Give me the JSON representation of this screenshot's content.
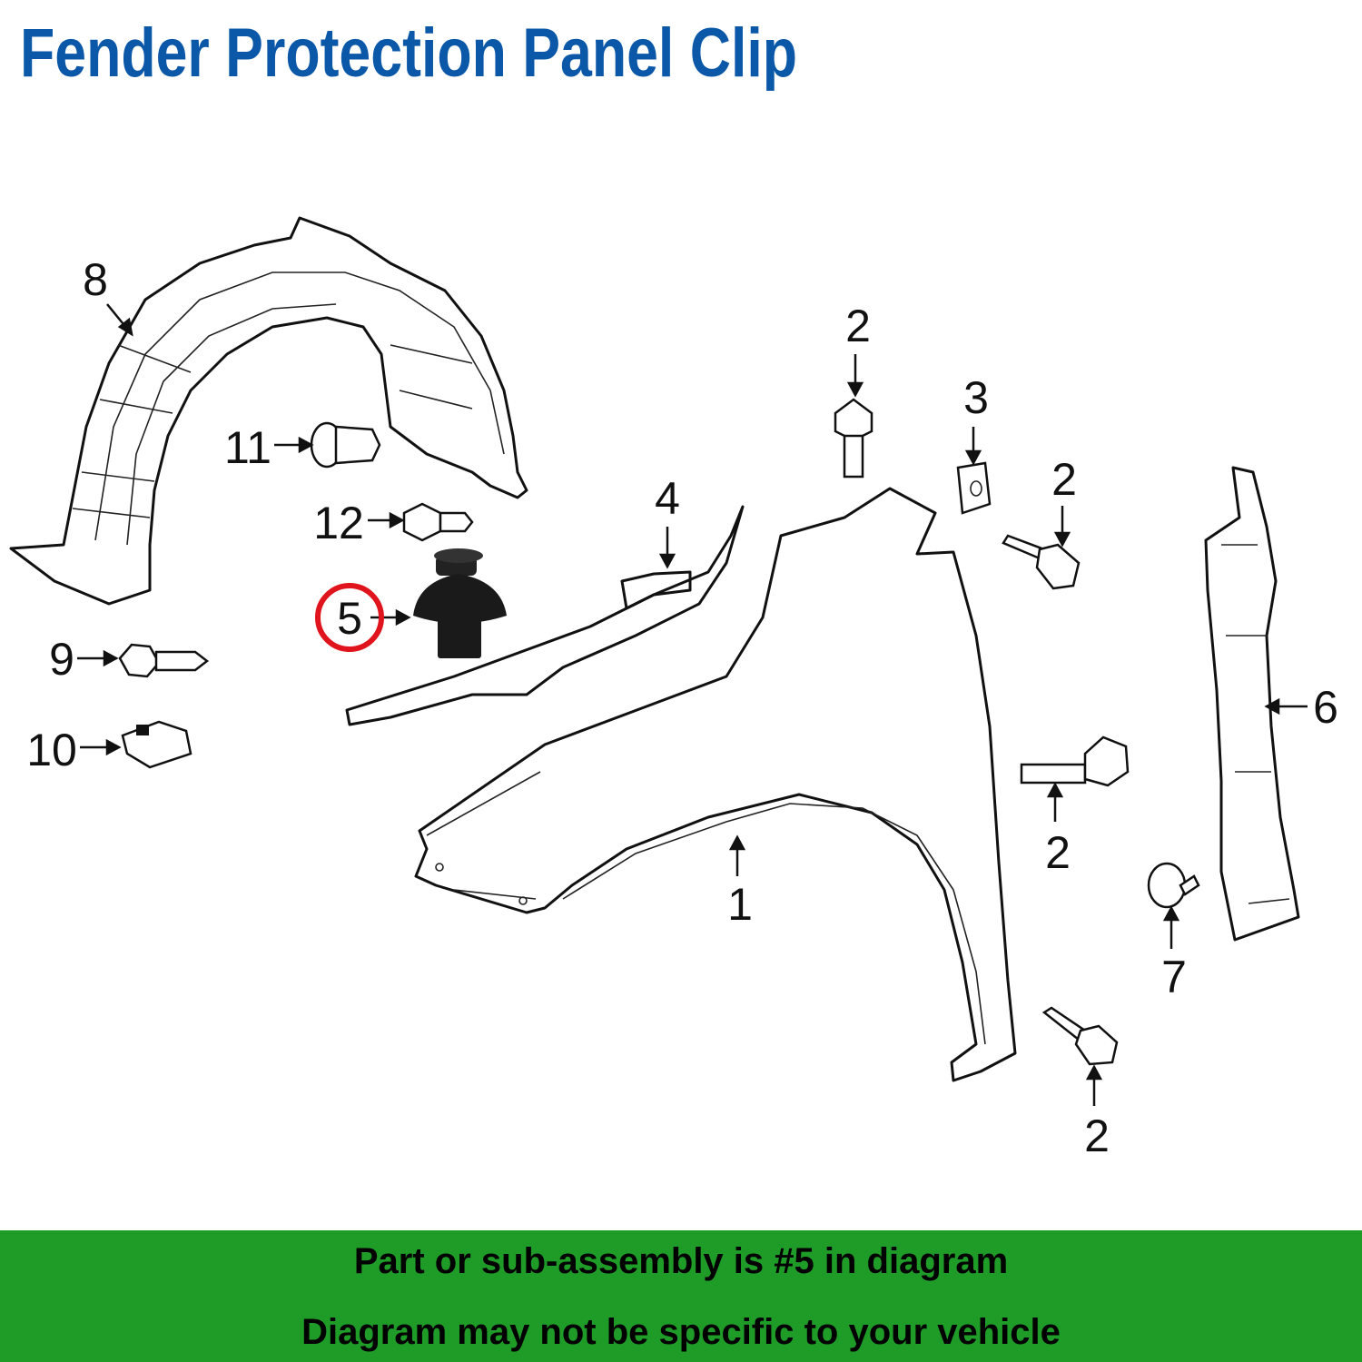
{
  "title": "Fender Protection Panel Clip",
  "colors": {
    "title": "#0b57a8",
    "banner": "#1f9c28",
    "highlight_circle": "#e0141c"
  },
  "callouts": {
    "fender": "1",
    "bolt_top": "2",
    "bolt_right_upper": "2",
    "bolt_right_middle": "2",
    "bolt_bottom": "2",
    "nut": "3",
    "seal": "4",
    "clip": "5",
    "bracket": "6",
    "plug": "7",
    "liner": "8",
    "screw": "9",
    "speed_nut": "10",
    "grommet": "11",
    "retainer": "12"
  },
  "highlighted_part": "5",
  "banner": {
    "line1": "Part or sub-assembly is #5 in diagram",
    "line2": "Diagram may not be specific to your vehicle"
  }
}
